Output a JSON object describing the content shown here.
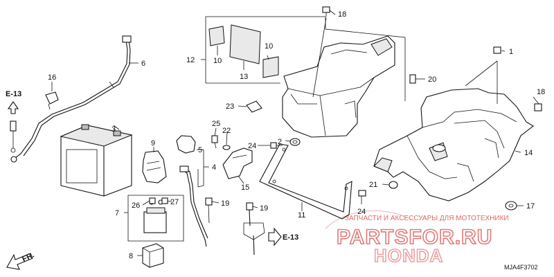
{
  "diagram": {
    "code": "MJA4F3702",
    "front_label": "FR.",
    "ref_label": "E-13"
  },
  "callouts": [
    "1",
    "2",
    "3",
    "4",
    "5",
    "6",
    "7",
    "8",
    "9",
    "10",
    "11",
    "12",
    "13",
    "14",
    "15",
    "16",
    "17",
    "18",
    "19",
    "20",
    "21",
    "22",
    "23",
    "24",
    "25",
    "26",
    "27"
  ],
  "watermark": {
    "tagline": "ЗАПЧАСТИ И АКСЕССУАРЫ ДЛЯ МОТОТЕХНИКИ",
    "site": "PARTSFOR.RU",
    "brand": "HONDA"
  }
}
